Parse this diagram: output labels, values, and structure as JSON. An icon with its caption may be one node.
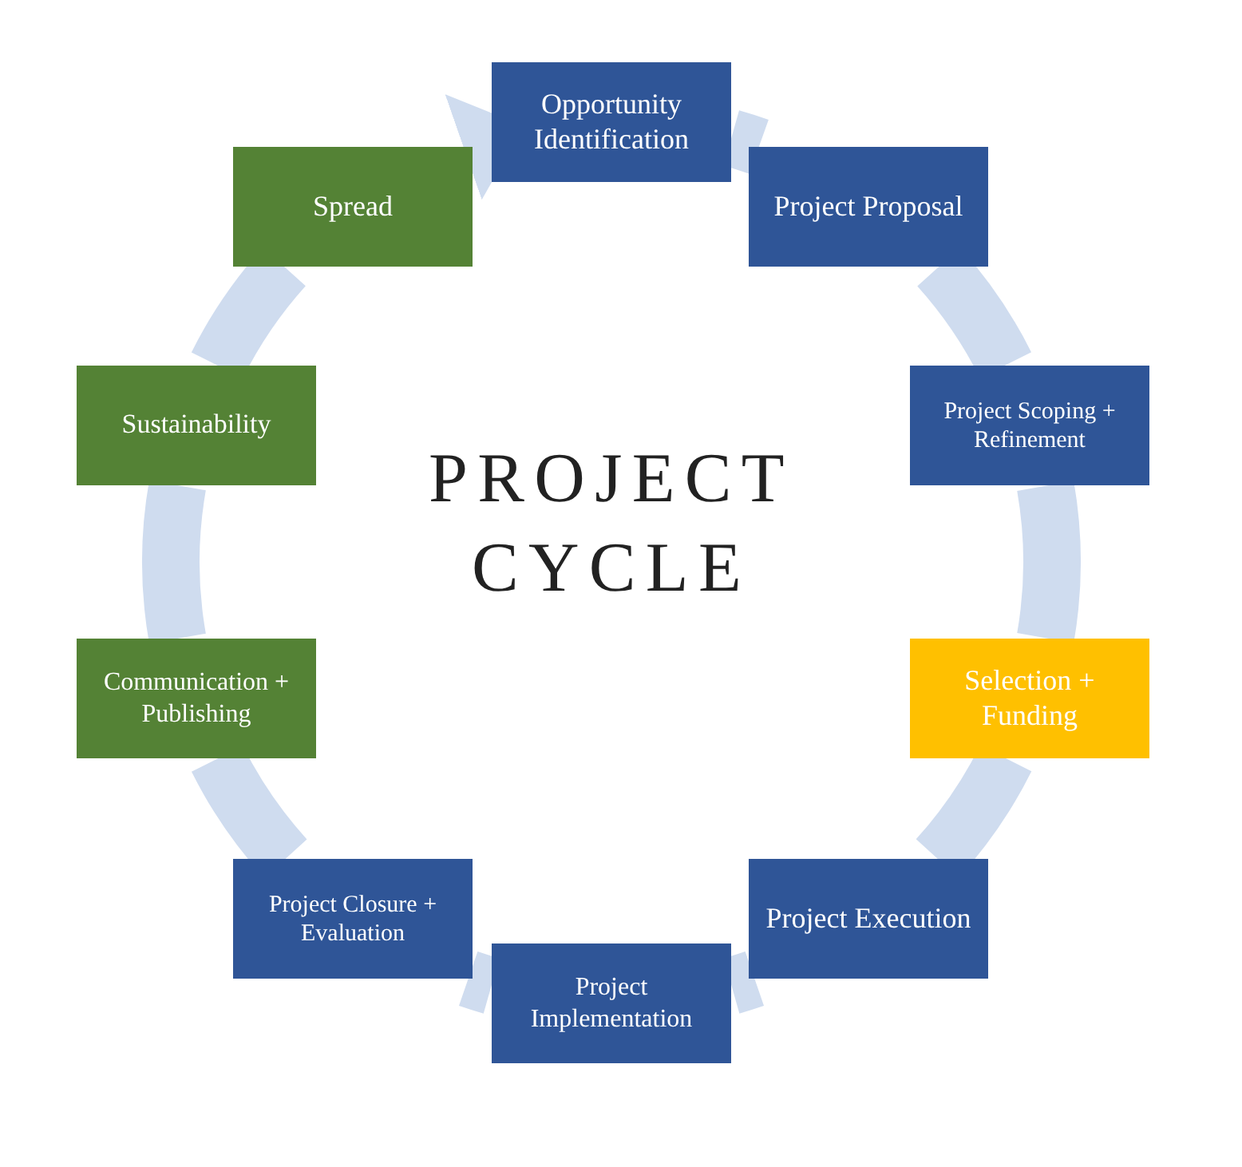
{
  "diagram": {
    "title": "PROJECT CYCLE",
    "nodes": [
      {
        "text": [
          "Opportunity Identification"
        ]
      },
      {
        "text": [
          "Project Proposal"
        ]
      },
      {
        "text": [
          "Project Scoping + Refinement"
        ]
      },
      {
        "text": [
          "Selection + Funding"
        ]
      },
      {
        "text": [
          "Project Execution"
        ]
      },
      {
        "text": [
          "Project Implementation"
        ]
      },
      {
        "text": [
          "Project Closure + Evaluation"
        ]
      },
      {
        "text": [
          "Communication + Publishing"
        ]
      },
      {
        "text": [
          "Sustainability"
        ]
      },
      {
        "text": [
          "Spread"
        ]
      }
    ],
    "edges": [
      {
        "from": 0,
        "to": 1,
        "arrow": "none"
      },
      {
        "from": 1,
        "to": 2,
        "arrow": "none"
      },
      {
        "from": 2,
        "to": 3,
        "arrow": "none"
      },
      {
        "from": 3,
        "to": 4,
        "arrow": "none"
      },
      {
        "from": 4,
        "to": 5,
        "arrow": "none"
      },
      {
        "from": 5,
        "to": 6,
        "arrow": "none"
      },
      {
        "from": 6,
        "to": 7,
        "arrow": "none"
      },
      {
        "from": 7,
        "to": 8,
        "arrow": "none"
      },
      {
        "from": 8,
        "to": 9,
        "arrow": "none"
      },
      {
        "from": 9,
        "to": 0,
        "arrow": "to"
      }
    ]
  }
}
